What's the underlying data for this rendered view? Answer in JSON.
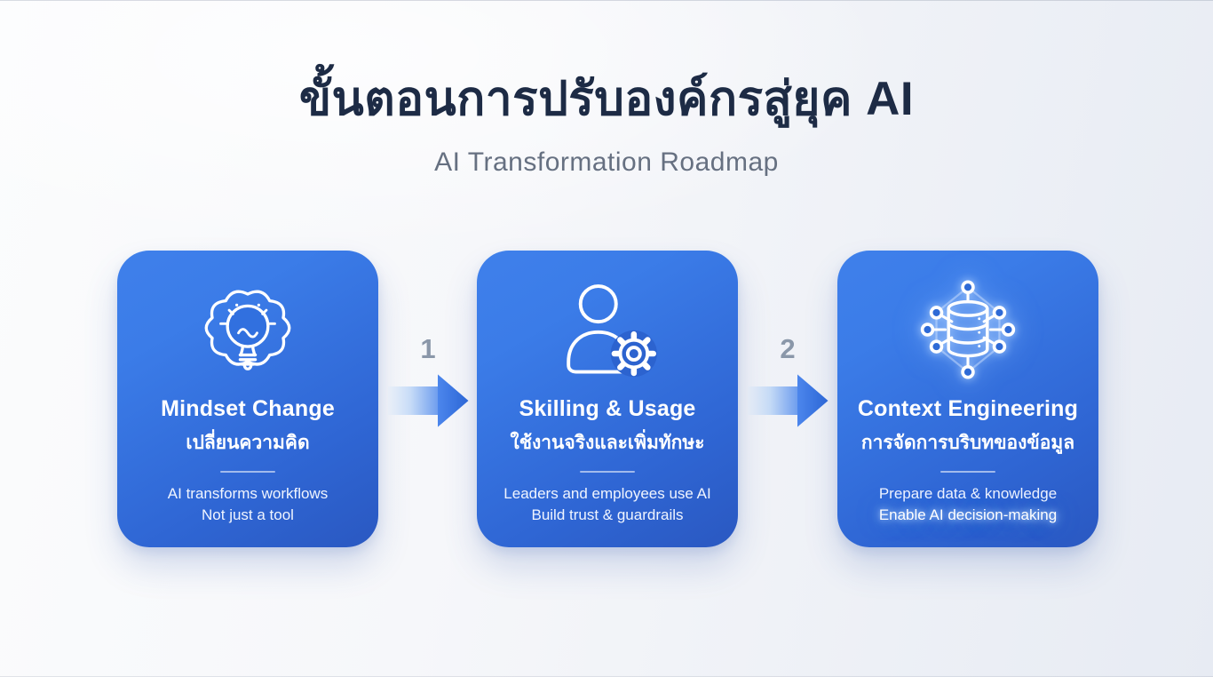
{
  "slide": {
    "title_th": "ขั้นตอนการปรับองค์กรสู่ยุค AI",
    "subtitle_en": "AI Transformation Roadmap"
  },
  "steps": [
    {
      "icon": "brain-lightbulb-icon",
      "title_en": "Mindset Change",
      "title_th": "เปลี่ยนความคิด",
      "line1": "AI transforms workflows",
      "line2": "Not just a tool"
    },
    {
      "icon": "person-gear-icon",
      "title_en": "Skilling & Usage",
      "title_th": "ใช้งานจริงและเพิ่มทักษะ",
      "line1": "Leaders and employees use AI",
      "line2": "Build trust & guardrails"
    },
    {
      "icon": "database-network-icon",
      "title_en": "Context Engineering",
      "title_th": "การจัดการบริบทของข้อมูล",
      "line1": "Prepare data & knowledge",
      "line2": "Enable AI decision-making",
      "line2_highlighted": true
    }
  ],
  "connectors": [
    {
      "label": "1"
    },
    {
      "label": "2"
    }
  ],
  "colors": {
    "card_gradient_top": "#3C7DE9",
    "card_gradient_bottom": "#2A58C1",
    "title_text": "#1D2B45",
    "subtitle_text": "#667081",
    "step_number": "#8A97A9",
    "arrow_head": "#2D68D8",
    "background": "#F2F4F8"
  }
}
